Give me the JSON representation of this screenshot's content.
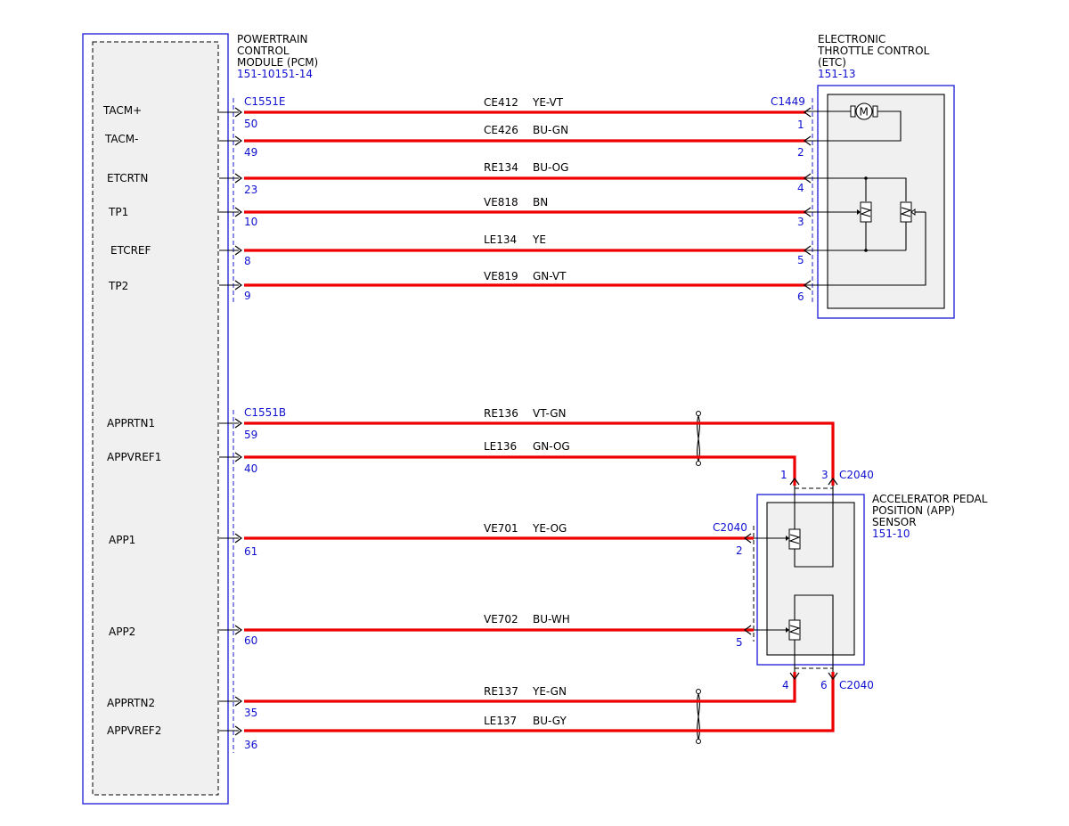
{
  "pcm": {
    "title_lines": [
      "POWERTRAIN",
      "CONTROL",
      "MODULE (PCM)"
    ],
    "ref": "151-10151-14",
    "connector_top": "C1551E",
    "connector_bottom": "C1551B",
    "signals": [
      "TACM+",
      "TACM-",
      "ETCRTN",
      "TP1",
      "ETCREF",
      "TP2",
      "APPRTN1",
      "APPVREF1",
      "APP1",
      "APP2",
      "APPRTN2",
      "APPVREF2"
    ],
    "pins": [
      "50",
      "49",
      "23",
      "10",
      "8",
      "9",
      "59",
      "40",
      "61",
      "60",
      "35",
      "36"
    ]
  },
  "circuits": [
    {
      "circuit": "CE412",
      "color": "YE-VT"
    },
    {
      "circuit": "CE426",
      "color": "BU-GN"
    },
    {
      "circuit": "RE134",
      "color": "BU-OG"
    },
    {
      "circuit": "VE818",
      "color": "BN"
    },
    {
      "circuit": "LE134",
      "color": "YE"
    },
    {
      "circuit": "VE819",
      "color": "GN-VT"
    },
    {
      "circuit": "RE136",
      "color": "VT-GN"
    },
    {
      "circuit": "LE136",
      "color": "GN-OG"
    },
    {
      "circuit": "VE701",
      "color": "YE-OG"
    },
    {
      "circuit": "VE702",
      "color": "BU-WH"
    },
    {
      "circuit": "RE137",
      "color": "YE-GN"
    },
    {
      "circuit": "LE137",
      "color": "BU-GY"
    }
  ],
  "etc": {
    "title_lines": [
      "ELECTRONIC",
      "THROTTLE CONTROL",
      "(ETC)"
    ],
    "ref": "151-13",
    "connector": "C1449",
    "pins": [
      "1",
      "2",
      "4",
      "3",
      "5",
      "6"
    ],
    "motor_symbol": "M"
  },
  "app": {
    "title_lines": [
      "ACCELERATOR PEDAL",
      "POSITION (APP)",
      "SENSOR"
    ],
    "ref": "151-10",
    "connector": "C2040",
    "connector_mid": "C2040",
    "connector_bottom": "C2040",
    "pins": [
      "1",
      "3",
      "2",
      "5",
      "4",
      "6"
    ]
  },
  "colors": {
    "wire": "#ee0000",
    "box": "#2a2ad8",
    "text_blue": "#1010d0"
  }
}
